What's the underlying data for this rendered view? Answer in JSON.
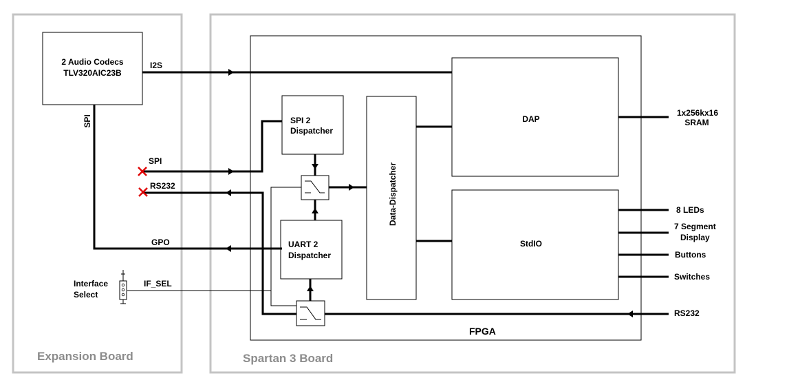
{
  "boards": {
    "expansion": "Expansion Board",
    "spartan": "Spartan 3 Board"
  },
  "fpga_label": "FPGA",
  "blocks": {
    "codec_line1": "2 Audio Codecs",
    "codec_line2": "TLV320AIC23B",
    "spi_disp_line1": "SPI 2",
    "spi_disp_line2": "Dispatcher",
    "uart_disp_line1": "UART 2",
    "uart_disp_line2": "Dispatcher",
    "data_dispatcher": "Data-Dispatcher",
    "dap": "DAP",
    "stdio": "StdIO"
  },
  "signals": {
    "i2s": "I2S",
    "spi_vertical": "SPI",
    "spi": "SPI",
    "rs232_left": "RS232",
    "gpo": "GPO",
    "if_sel": "IF_SEL",
    "interface_line1": "Interface",
    "interface_line2": "Select",
    "rs232_right": "RS232"
  },
  "outputs": {
    "sram_line1": "1x256kx16",
    "sram_line2": "SRAM",
    "leds": "8 LEDs",
    "seg_line1": "7 Segment",
    "seg_line2": "Display",
    "buttons": "Buttons",
    "switches": "Switches"
  },
  "colors": {
    "board_border": "#c4c4c4",
    "board_title": "#8c8c8c",
    "cross_mark": "#e00000"
  }
}
